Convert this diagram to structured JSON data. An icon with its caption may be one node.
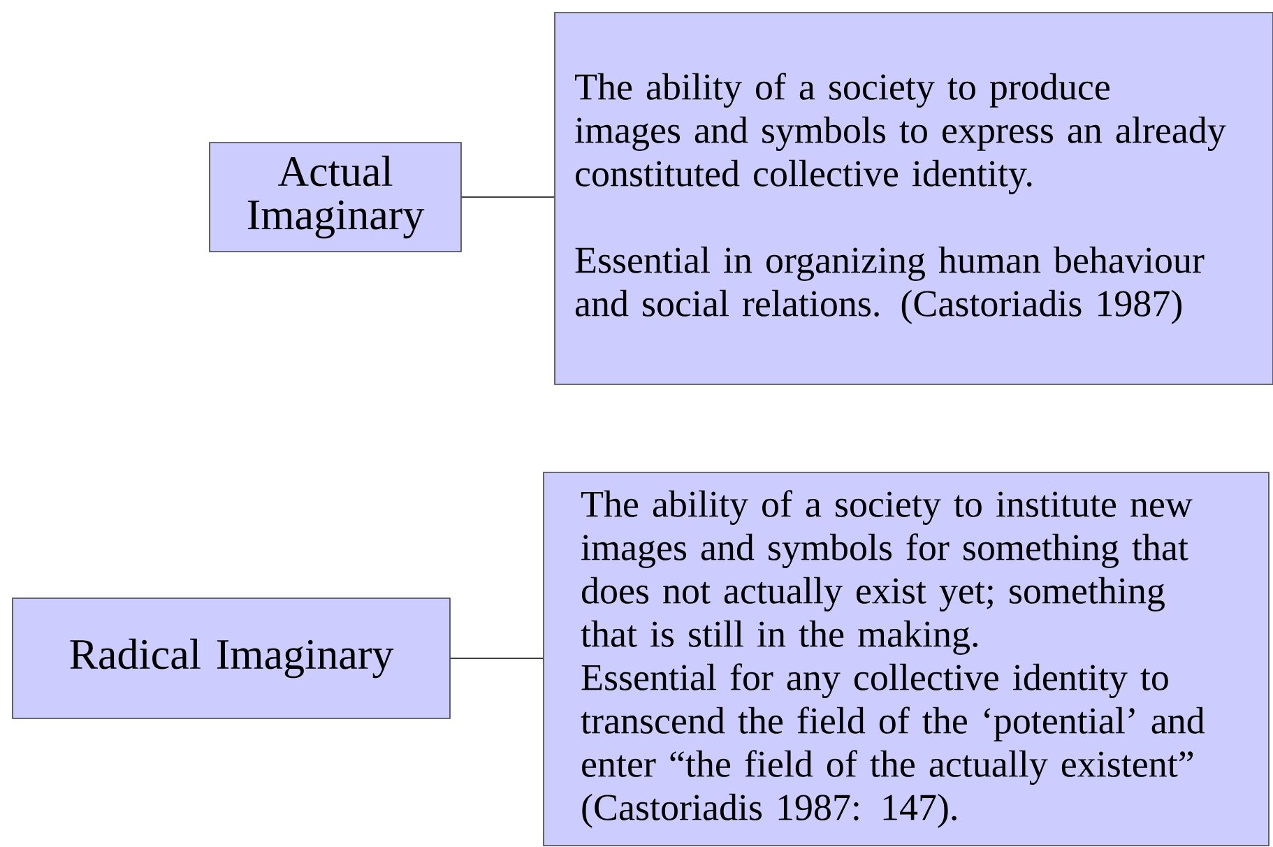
{
  "diagram": {
    "nodes": [
      {
        "text": [
          "Actual Imaginary"
        ]
      },
      {
        "text": [
          "The ability of a society to produce images and symbols to express an already constituted collective identity.",
          "Essential in organizing human behaviour and social relations. (Castoriadis 1987)"
        ]
      },
      {
        "text": [
          "Radical Imaginary"
        ]
      },
      {
        "text": [
          "The ability of a society to institute new images and symbols for something that does not actually exist yet; something that is still in the making.",
          "Essential for any collective identity to transcend the field of the ‘potential’ and enter “the field of the actually existent” (Castoriadis 1987: 147)."
        ]
      }
    ],
    "edges": [
      {
        "from": 0,
        "to": 1,
        "arrow": "none"
      },
      {
        "from": 2,
        "to": 3,
        "arrow": "none"
      }
    ]
  }
}
